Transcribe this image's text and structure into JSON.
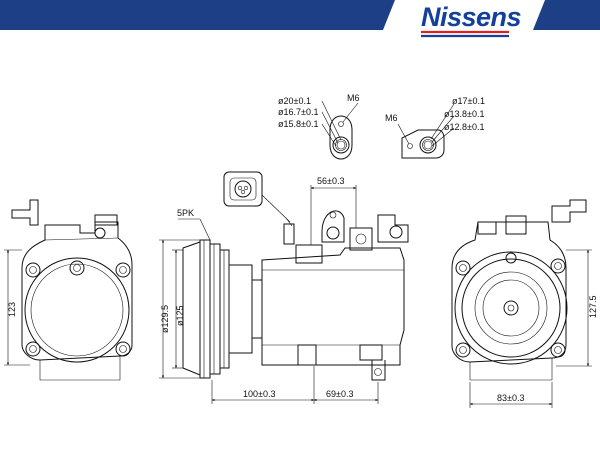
{
  "brand": {
    "name": "Nissens",
    "colors": {
      "banner": "#1d3f86",
      "logo_text": "#14409c",
      "stripe_red": "#d8231f",
      "stripe_blue": "#14409c"
    }
  },
  "dimensions": {
    "bore_m6_left": {
      "thread": "M6",
      "d1": "ø20±0.1",
      "d2": "ø16.7±0.1",
      "d3": "ø15.8±0.1"
    },
    "bore_m6_right": {
      "thread": "M6",
      "d1": "ø17±0.1",
      "d2": "ø13.8±0.1",
      "d3": "ø12.8±0.1"
    },
    "pulley_grooves": "5PK",
    "port_spacing": "56±0.3",
    "pulley_diameter": "ø129.5",
    "body_diameter": "ø125",
    "length_front": "100±0.3",
    "length_rear": "69±0.3",
    "height_left": "123",
    "height_right": "127.5",
    "width_right": "83±0.3"
  }
}
